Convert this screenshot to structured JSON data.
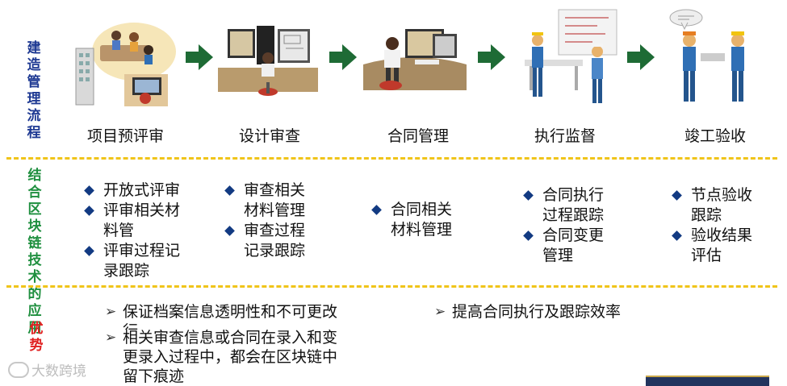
{
  "row_titles": {
    "process": [
      "建造",
      "管理",
      "流程"
    ],
    "blockchain": [
      "结合",
      "区块",
      "链技",
      "术的",
      "应用"
    ],
    "advantages": [
      "优",
      "势"
    ]
  },
  "stages": [
    {
      "label": "项目预评审",
      "icon": "project-review-office-icon"
    },
    {
      "label": "设计审查",
      "icon": "design-review-workstation-icon"
    },
    {
      "label": "合同管理",
      "icon": "contract-desk-icon"
    },
    {
      "label": "执行监督",
      "icon": "site-supervision-icon"
    },
    {
      "label": "竣工验收",
      "icon": "completion-inspection-icon"
    }
  ],
  "applications": [
    [
      [
        "开放式评审"
      ],
      [
        "评审相关材",
        "料管"
      ],
      [
        "评审过程记",
        "录跟踪"
      ]
    ],
    [
      [
        "审查相关",
        "材料管理"
      ],
      [
        "审查过程",
        "记录跟踪"
      ]
    ],
    [
      [
        "合同相关",
        "材料管理"
      ]
    ],
    [
      [
        "合同执行",
        "过程跟踪"
      ],
      [
        "合同变更",
        "管理"
      ]
    ],
    [
      [
        "节点验收",
        "跟踪"
      ],
      [
        "验收结果",
        "评估"
      ]
    ]
  ],
  "advantages": {
    "left": [
      [
        "保证档案信息透明性和不可更改",
        "行"
      ],
      [
        "相关审查信息或合同在录入和变",
        "更录入过程中，都会在区块链中",
        "留下痕迹"
      ]
    ],
    "right": [
      [
        "提高合同执行及跟踪效率"
      ]
    ]
  },
  "bullet_chevron": "➢",
  "watermark": "大数跨境",
  "colors": {
    "process_title": "#1f3a93",
    "chain_title": "#1f8f3f",
    "adv_title": "#e02020",
    "arrow": "#1e6b35",
    "separator": "#f0c419",
    "bullet": "#123a82"
  }
}
